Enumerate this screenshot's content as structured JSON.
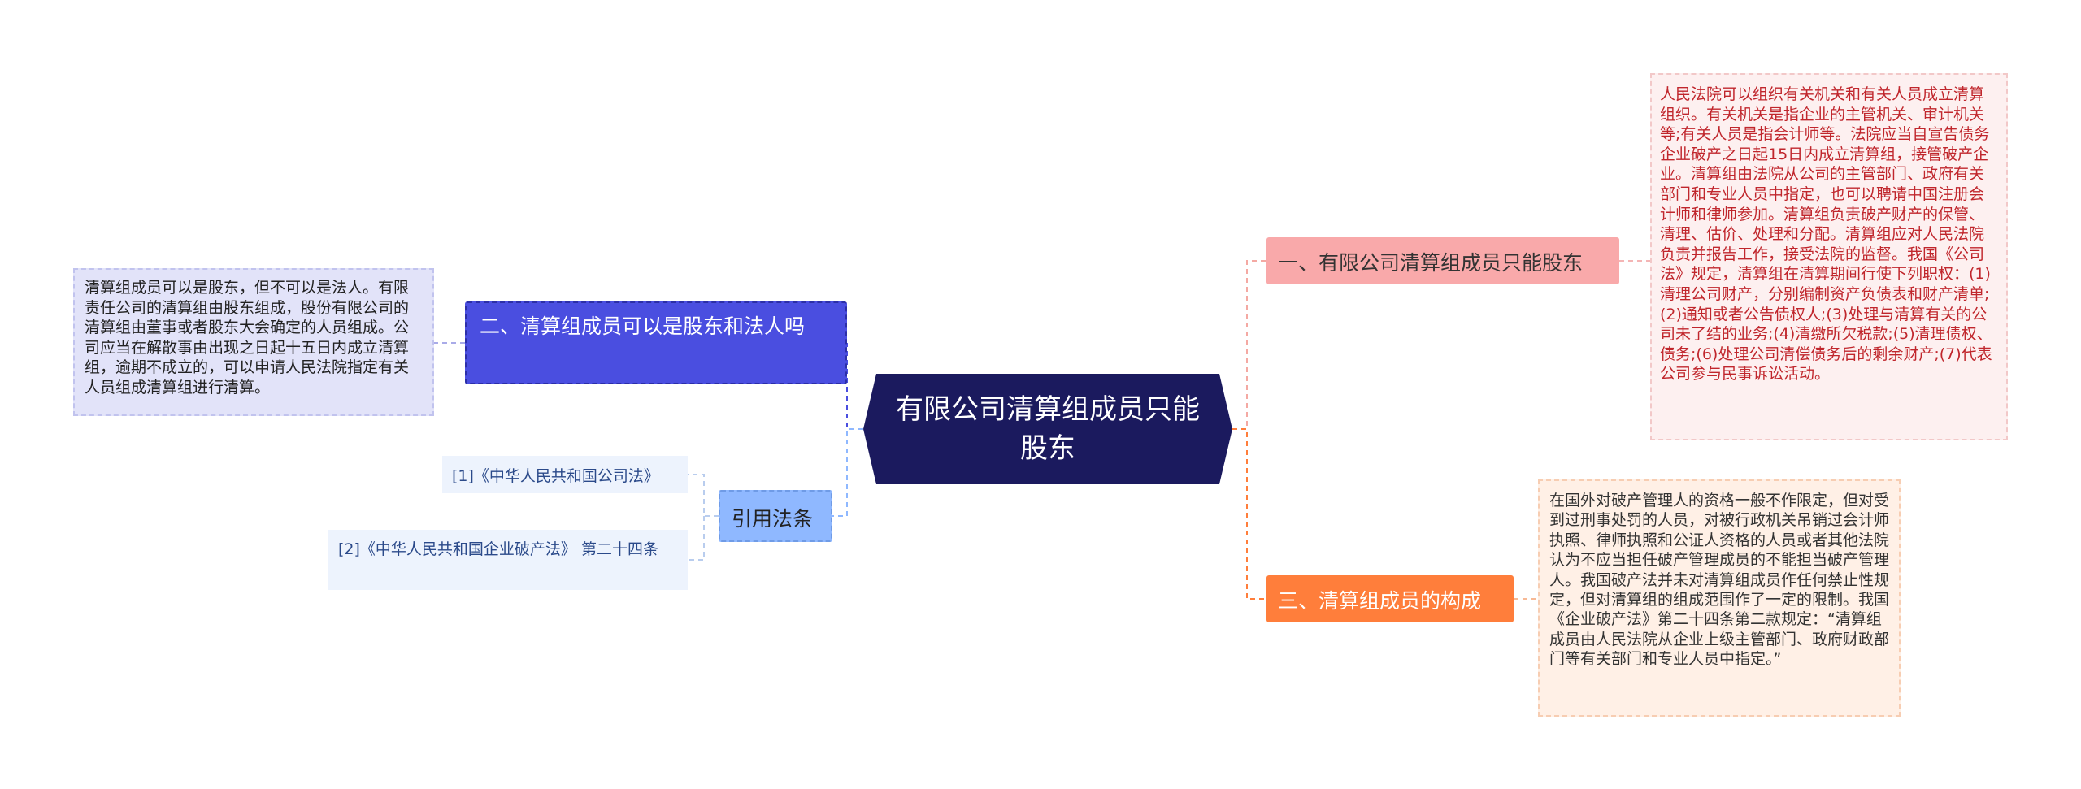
{
  "central": "有限公司清算组成员只能股东",
  "branches": {
    "b1": {
      "label": "一、有限公司清算组成员只能股东",
      "text": "人民法院可以组织有关机关和有关人员成立清算组织。有关机关是指企业的主管机关、审计机关等;有关人员是指会计师等。法院应当自宣告债务企业破产之日起15日内成立清算组，接管破产企业。清算组由法院从公司的主管部门、政府有关部门和专业人员中指定，也可以聘请中国注册会计师和律师参加。清算组负责破产财产的保管、清理、估价、处理和分配。清算组应对人民法院负责并报告工作，接受法院的监督。我国《公司法》规定，清算组在清算期间行使下列职权：(1)清理公司财产，分别编制资产负债表和财产清单;(2)通知或者公告债权人;(3)处理与清算有关的公司未了结的业务;(4)清缴所欠税款;(5)清理债权、债务;(6)处理公司清偿债务后的剩余财产;(7)代表公司参与民事诉讼活动。"
    },
    "b2": {
      "label": "二、清算组成员可以是股东和法人吗",
      "text": "清算组成员可以是股东，但不可以是法人。有限责任公司的清算组由股东组成，股份有限公司的清算组由董事或者股东大会确定的人员组成。公司应当在解散事由出现之日起十五日内成立清算组，逾期不成立的，可以申请人民法院指定有关人员组成清算组进行清算。"
    },
    "b3": {
      "label": "三、清算组成员的构成",
      "text": "在国外对破产管理人的资格一般不作限定，但对受到过刑事处罚的人员，对被行政机关吊销过会计师执照、律师执照和公证人资格的人员或者其他法院认为不应当担任破产管理成员的不能担当破产管理人。我国破产法并未对清算组成员作任何禁止性规定，但对清算组的组成范围作了一定的限制。我国《企业破产法》第二十四条第二款规定：“清算组成员由人民法院从企业上级主管部门、政府财政部门等有关部门和专业人员中指定。”"
    },
    "citations": {
      "label": "引用法条",
      "items": [
        "[1]《中华人民共和国公司法》",
        "[2]《中华人民共和国企业破产法》 第二十四条"
      ]
    }
  },
  "colors": {
    "central": "#1b1a5e",
    "b1": "#f9a9aa",
    "b2": "#4a4ee0",
    "b3": "#ff7e3b",
    "citations": "#8fb8ff"
  }
}
